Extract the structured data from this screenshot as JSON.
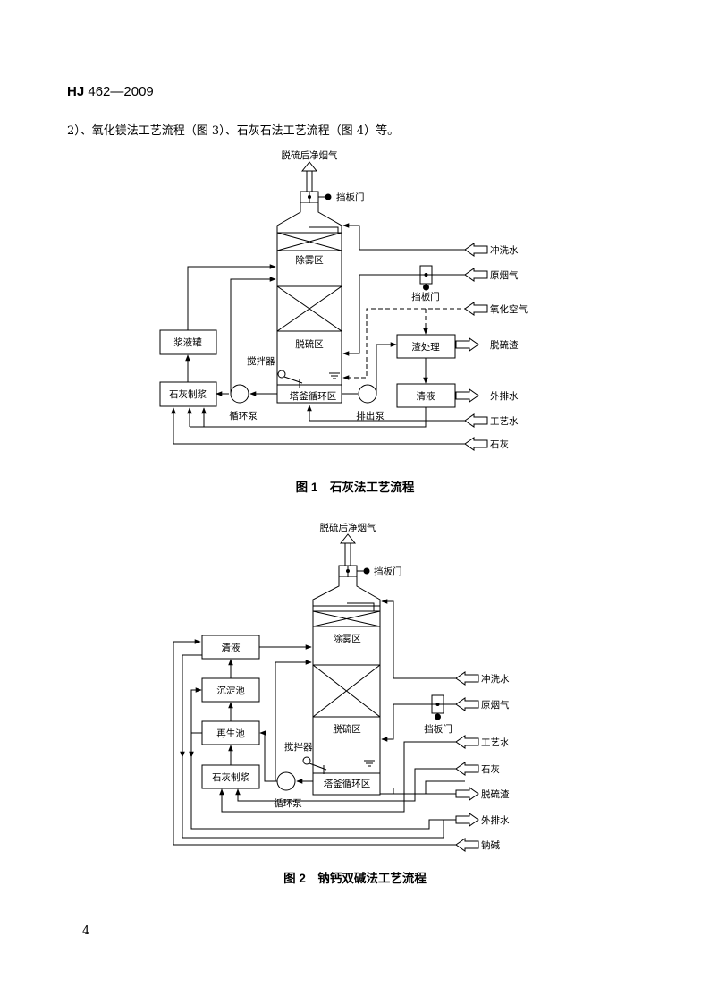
{
  "header": {
    "prefix": "HJ",
    "code": "462—2009"
  },
  "intro_text": "2）、氧化镁法工艺流程（图 3）、石灰石法工艺流程（图 4）等。",
  "fig1": {
    "caption": "图 1　石灰法工艺流程",
    "labels": {
      "outlet": "脱硫后净烟气",
      "damper_top": "挡板门",
      "flush_water": "冲洗水",
      "demist": "除雾区",
      "raw_gas": "原烟气",
      "damper_side": "挡板门",
      "ox_air": "氧化空气",
      "slurry_tank": "浆液罐",
      "desulf": "脱硫区",
      "residue_proc": "渣处理",
      "residue": "脱硫渣",
      "agitator": "搅拌器",
      "lime_prep": "石灰制浆",
      "tower_tank": "塔釜循环区",
      "clear_liquid": "清液",
      "discharge": "外排水",
      "circ_pump": "循环泵",
      "out_pump": "排出泵",
      "process_water": "工艺水",
      "lime": "石灰"
    }
  },
  "fig2": {
    "caption": "图 2　钠钙双碱法工艺流程",
    "labels": {
      "outlet": "脱硫后净烟气",
      "damper_top": "挡板门",
      "clear_liquid": "清液",
      "demist": "除雾区",
      "sediment": "沉淀池",
      "flush_water": "冲洗水",
      "raw_gas": "原烟气",
      "regen": "再生池",
      "desulf": "脱硫区",
      "damper_side": "挡板门",
      "agitator": "搅拌器",
      "process_water": "工艺水",
      "lime_prep": "石灰制浆",
      "lime": "石灰",
      "tower_tank": "塔釜循环区",
      "residue": "脱硫渣",
      "circ_pump": "循环泵",
      "discharge": "外排水",
      "soda": "钠碱"
    }
  },
  "page_number": "4"
}
